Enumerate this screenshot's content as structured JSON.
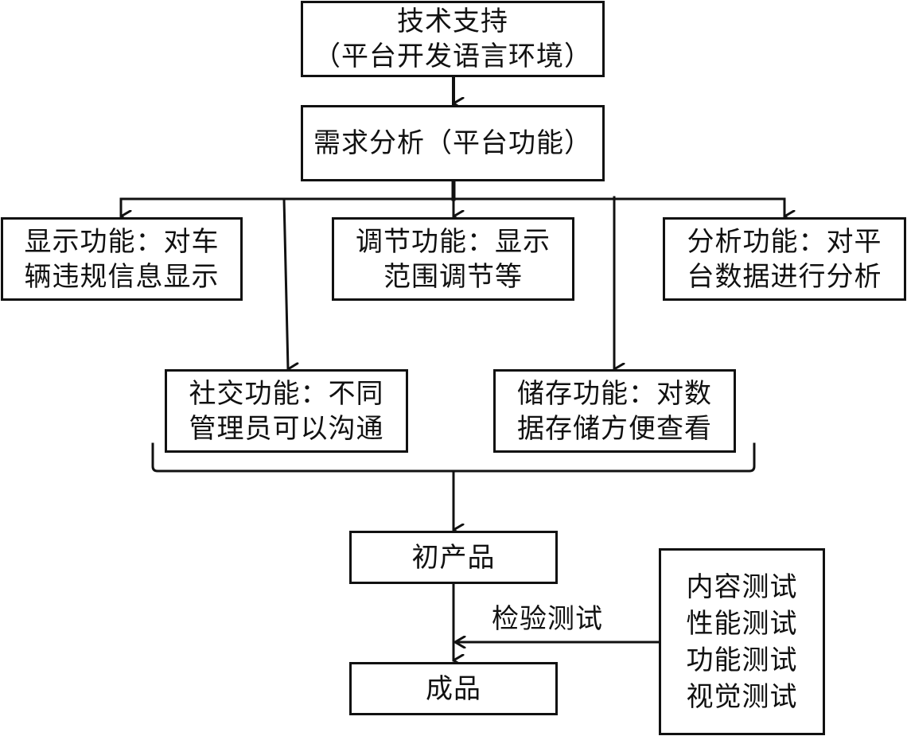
{
  "diagram": {
    "title": "",
    "nodes": {
      "tech_support": {
        "lines": [
          "技术支持",
          "（平台开发语言环境）"
        ]
      },
      "requirements": {
        "lines": [
          "需求分析（平台功能）"
        ]
      },
      "display": {
        "lines": [
          "显示功能：对车",
          "辆违规信息显示"
        ]
      },
      "adjust": {
        "lines": [
          "调节功能：显示",
          "范围调节等"
        ]
      },
      "analysis": {
        "lines": [
          "分析功能：对平",
          "台数据进行分析"
        ]
      },
      "social": {
        "lines": [
          "社交功能：不同",
          "管理员可以沟通"
        ]
      },
      "storage": {
        "lines": [
          "储存功能：对数",
          "据存储方便查看"
        ]
      },
      "initial_product": {
        "lines": [
          "初产品"
        ]
      },
      "final_product": {
        "lines": [
          "成品"
        ]
      },
      "tests": {
        "lines": [
          "内容测试",
          "性能测试",
          "功能测试",
          "视觉测试"
        ]
      }
    },
    "edge_labels": {
      "inspection_test": "检验测试"
    },
    "edges": [
      {
        "from": "tech_support",
        "to": "requirements"
      },
      {
        "from": "requirements",
        "to": "display"
      },
      {
        "from": "requirements",
        "to": "adjust"
      },
      {
        "from": "requirements",
        "to": "analysis"
      },
      {
        "from": "requirements",
        "to": "social"
      },
      {
        "from": "requirements",
        "to": "storage"
      },
      {
        "from": "function_group",
        "to": "initial_product"
      },
      {
        "from": "initial_product",
        "to": "final_product"
      },
      {
        "from": "tests",
        "to": "final_product",
        "label": "检验测试"
      }
    ]
  }
}
